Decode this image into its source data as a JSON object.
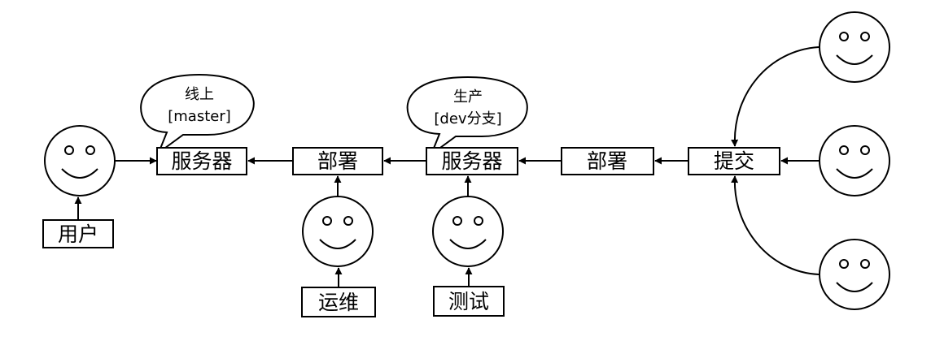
{
  "diagram": {
    "stroke": "#000000",
    "background": "#ffffff",
    "boxes": {
      "server_online": "服务器",
      "deploy_ops": "部署",
      "server_production": "服务器",
      "deploy_dev": "部署",
      "submit": "提交",
      "user": "用户",
      "ops": "运维",
      "test": "测试"
    },
    "bubbles": {
      "online": {
        "line1": "线上",
        "line2": "[master]"
      },
      "production": {
        "line1": "生产",
        "line2": "[dev分支]"
      }
    },
    "icons": [
      "smiley-icon"
    ]
  }
}
